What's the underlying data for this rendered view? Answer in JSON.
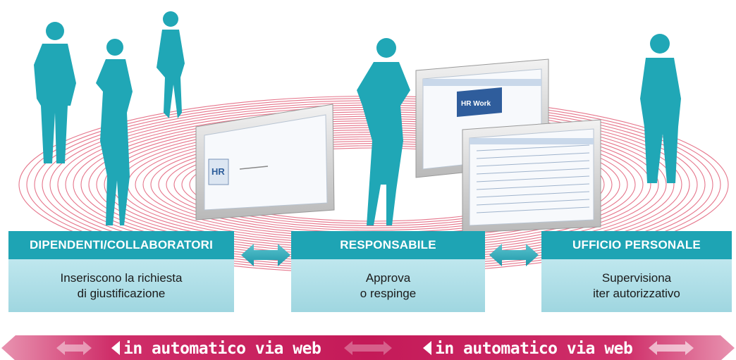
{
  "colors": {
    "teal": "#1ea4b4",
    "teal_light": "#a9dde6",
    "ring_pink": "#e3677f",
    "banner": "#c61e5c",
    "arrow_teal": "#2aa9b8"
  },
  "icons": {
    "bidirectional_arrow": "double-headed-arrow-icon"
  },
  "stages": [
    {
      "title": "DIPENDENTI/COLLABORATORI",
      "line1": "Inseriscono la richiesta",
      "line2": "di giustificazione"
    },
    {
      "title": "RESPONSABILE",
      "line1": "Approva",
      "line2": "o respinge"
    },
    {
      "title": "UFFICIO PERSONALE",
      "line1": "Supervisiona",
      "line2": "iter autorizzativo"
    }
  ],
  "monitors": [
    {
      "logo": "HR"
    },
    {
      "logo": "HR Work"
    },
    {
      "logo": ""
    }
  ],
  "banner": {
    "text_left": "in automatico via web",
    "text_right": "in automatico via web"
  }
}
